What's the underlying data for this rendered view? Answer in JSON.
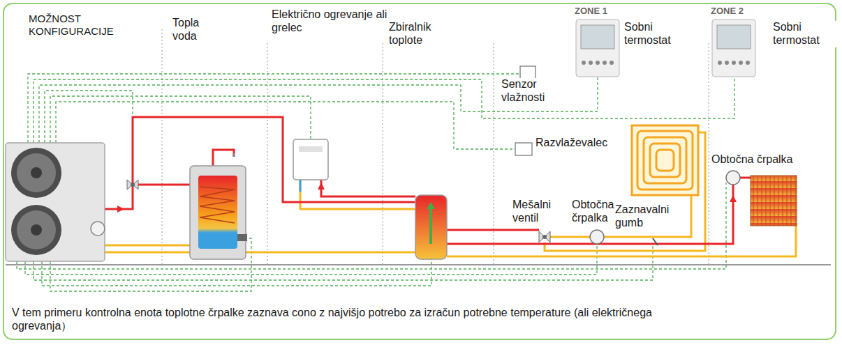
{
  "diagram": {
    "caption": "V tem primeru kontrolna enota toplotne črpalke zaznava cono z najvišjo potrebo za izračun potrebne temperature (ali električnega ogrevanja）",
    "labels": [
      "MOŽNOST KONFIGURACIJE",
      "Topla voda",
      "Električno ogrevanje ali grelec",
      "Zbiralnik toplote",
      "Senzor vlažnosti",
      "ZONE 1",
      "Sobni termostat",
      "ZONE 2",
      "Sobni termostat",
      "Razvlaževalec",
      "Obtočna črpalka",
      "Mešalni ventil",
      "Obtočna črpalka",
      "Zaznavalni gumb"
    ]
  }
}
